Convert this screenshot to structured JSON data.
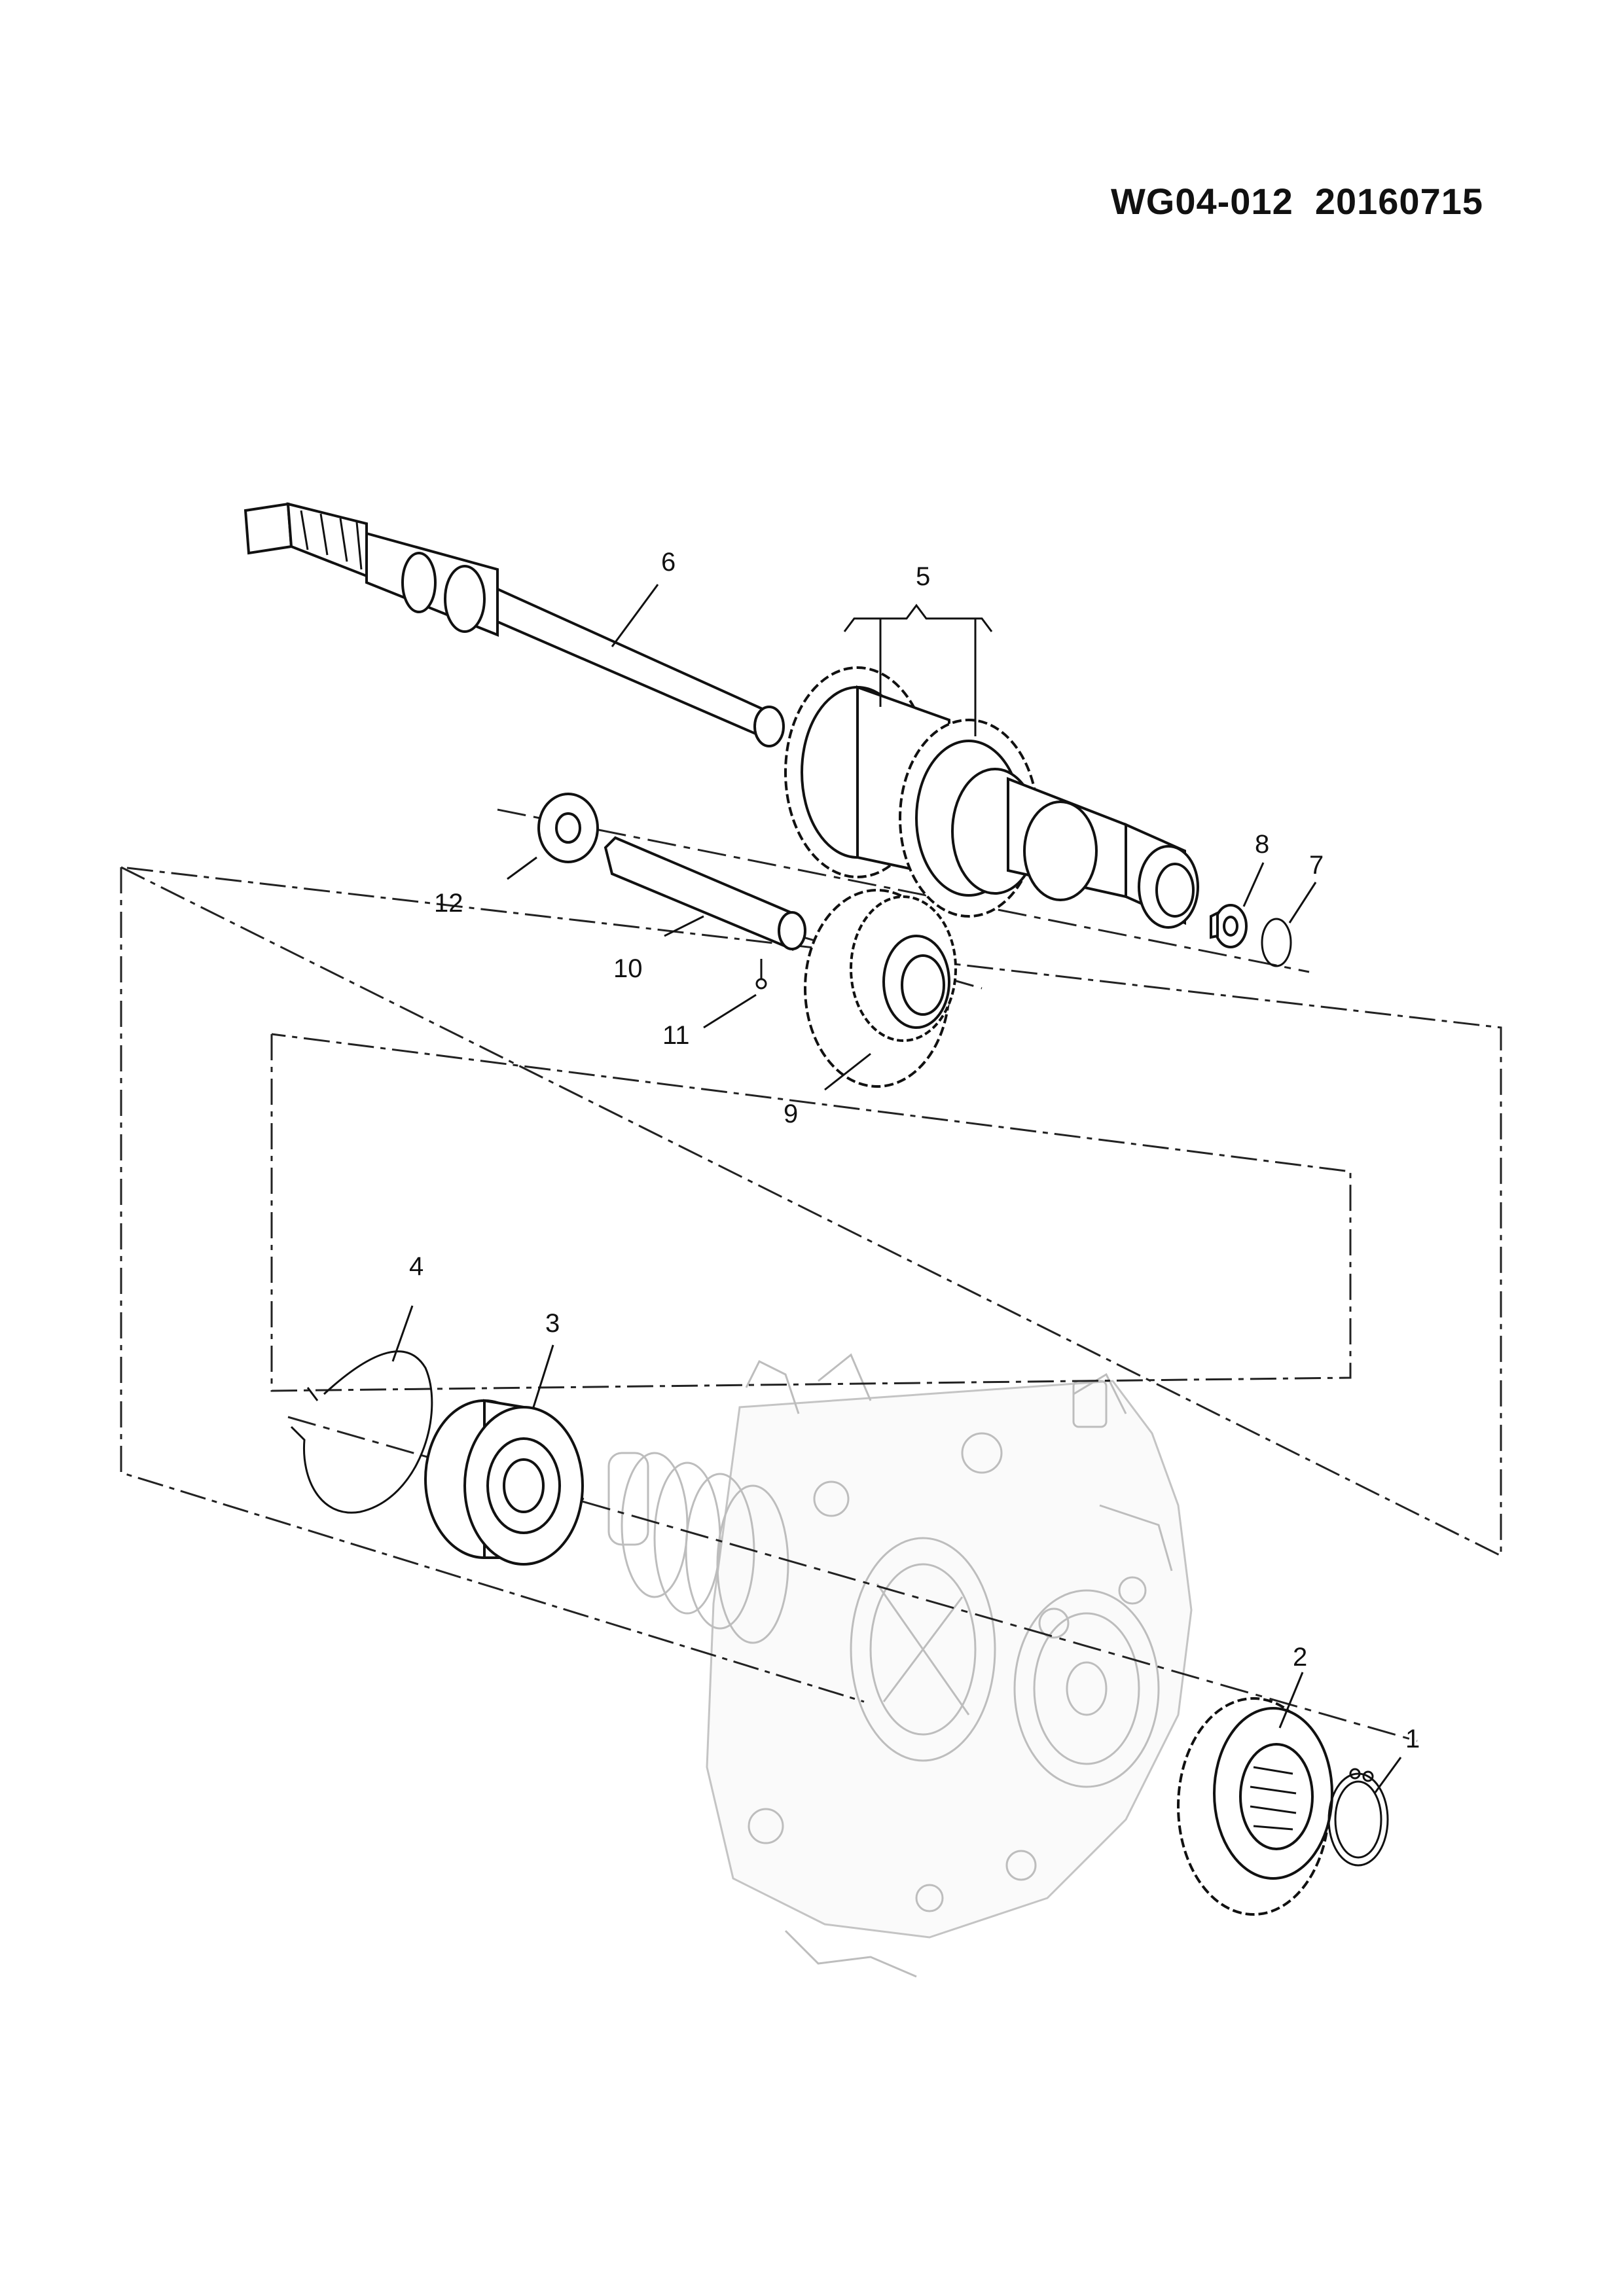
{
  "header": {
    "code": "WG04-012  20160715"
  },
  "callouts": {
    "c1": "1",
    "c2": "2",
    "c3": "3",
    "c4": "4",
    "c5": "5",
    "c6": "6",
    "c7": "7",
    "c8": "8",
    "c9": "9",
    "c10": "10",
    "c11": "11",
    "c12": "12"
  }
}
